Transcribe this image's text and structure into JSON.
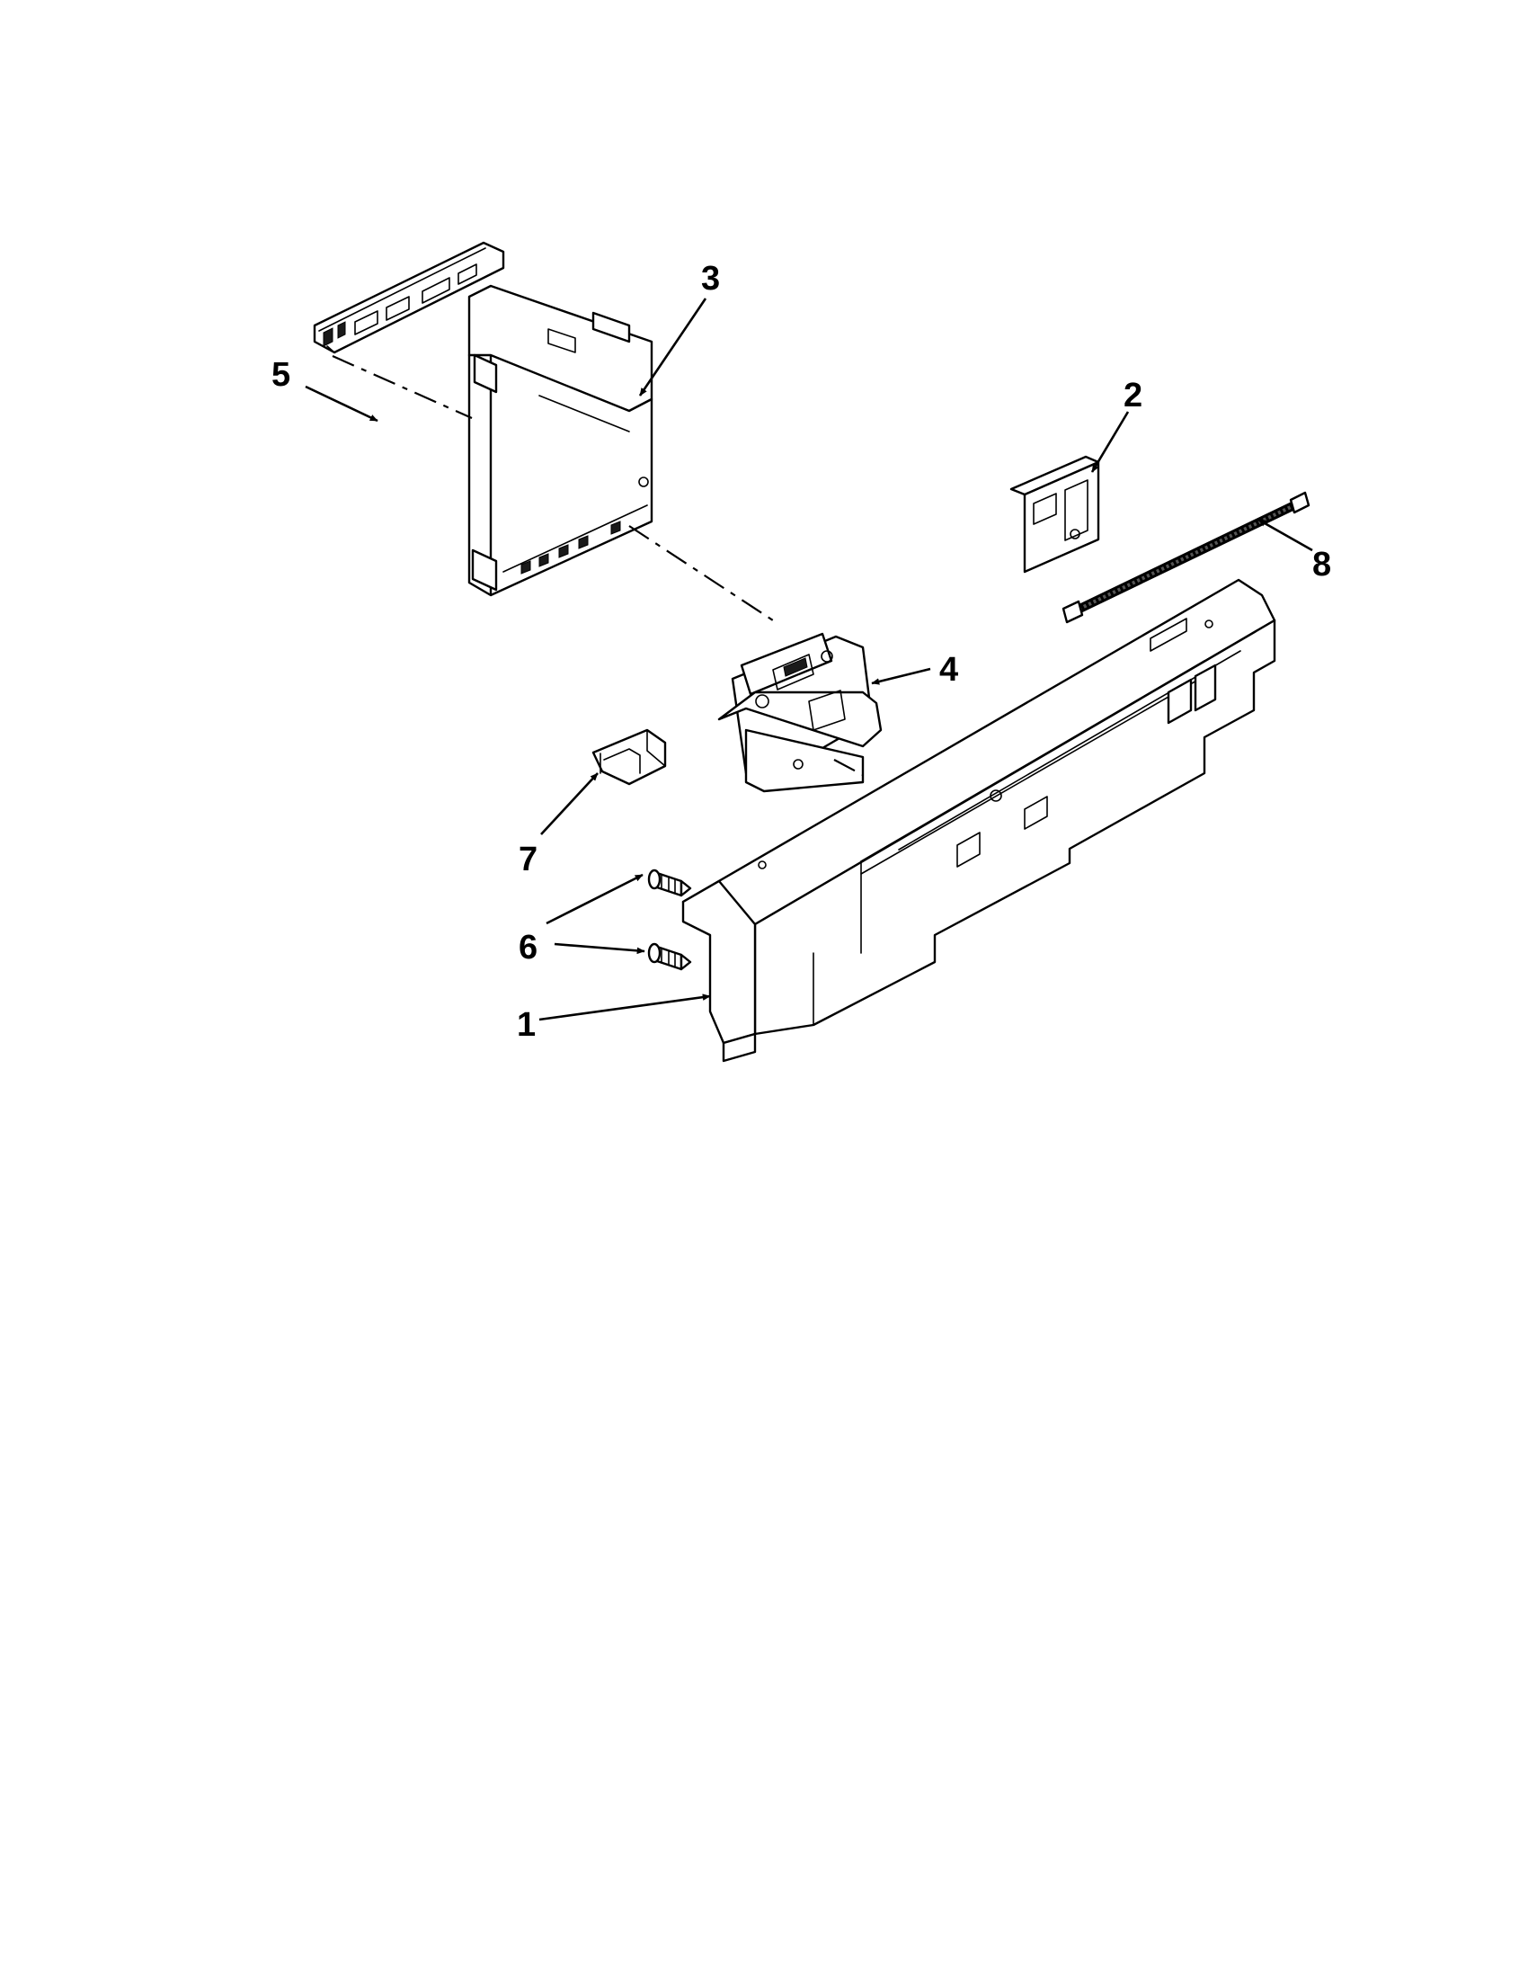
{
  "colors": {
    "ink": "#000000",
    "paper": "#ffffff"
  },
  "callouts": {
    "c1": "1",
    "c2": "2",
    "c3": "3",
    "c4": "4",
    "c5": "5",
    "c6": "6",
    "c7": "7",
    "c8": "8"
  }
}
